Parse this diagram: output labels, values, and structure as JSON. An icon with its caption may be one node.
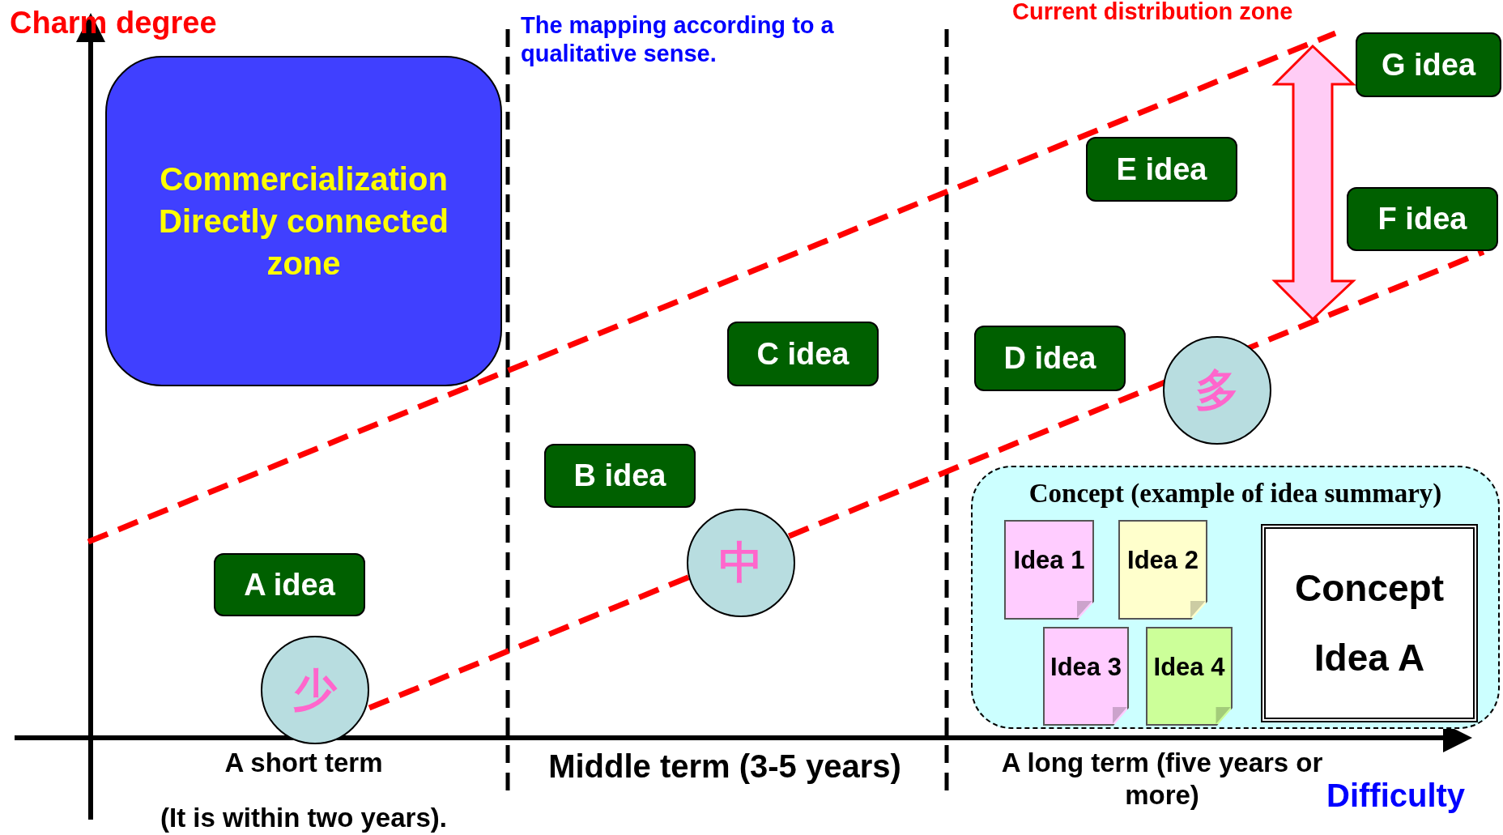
{
  "diagram": {
    "nodes": [
      {
        "text": [
          "Commercialization Directly connected zone"
        ]
      },
      {
        "text": [
          "A idea"
        ]
      },
      {
        "text": [
          "B idea"
        ]
      },
      {
        "text": [
          "C idea"
        ]
      },
      {
        "text": [
          "D idea"
        ]
      },
      {
        "text": [
          "E idea"
        ]
      },
      {
        "text": [
          "F idea"
        ]
      },
      {
        "text": [
          "G idea"
        ]
      },
      {
        "text": [
          "少"
        ]
      },
      {
        "text": [
          "中"
        ]
      },
      {
        "text": [
          "多"
        ]
      },
      {
        "text": [
          "Concept (example of idea summary)"
        ]
      },
      {
        "text": [
          "Idea 1"
        ],
        "in": 11
      },
      {
        "text": [
          "Idea 2"
        ],
        "in": 11
      },
      {
        "text": [
          "Idea 3"
        ],
        "in": 11
      },
      {
        "text": [
          "Idea 4"
        ],
        "in": 11
      },
      {
        "text": [
          "Concept Idea A"
        ],
        "in": 11
      }
    ],
    "labels": [
      "Charm degree",
      "The mapping according to a qualitative sense.",
      "Current distribution zone",
      "A short term",
      "(It is within two years).",
      "Middle term (3-5 years)",
      "A long term (five years or more)",
      "Difficulty"
    ]
  }
}
